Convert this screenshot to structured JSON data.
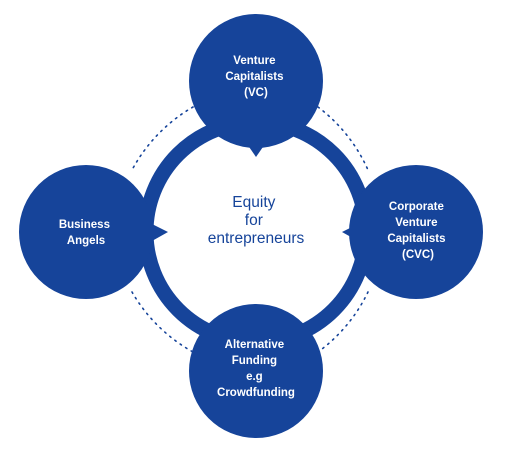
{
  "colors": {
    "primary": "#16449a",
    "text_on_primary": "#ffffff",
    "background": "#ffffff"
  },
  "center": {
    "lines": [
      "Equity",
      "for",
      "entrepreneurs"
    ]
  },
  "nodes": {
    "top": {
      "lines": [
        "Venture",
        "Capitalists",
        "(VC)"
      ]
    },
    "right": {
      "lines": [
        "Corporate",
        "Venture",
        "Capitalists",
        "(CVC)"
      ]
    },
    "bottom": {
      "lines": [
        "Alternative",
        "Funding",
        "e.g",
        "Crowdfunding"
      ]
    },
    "left": {
      "lines": [
        "Business",
        "Angels"
      ]
    }
  }
}
